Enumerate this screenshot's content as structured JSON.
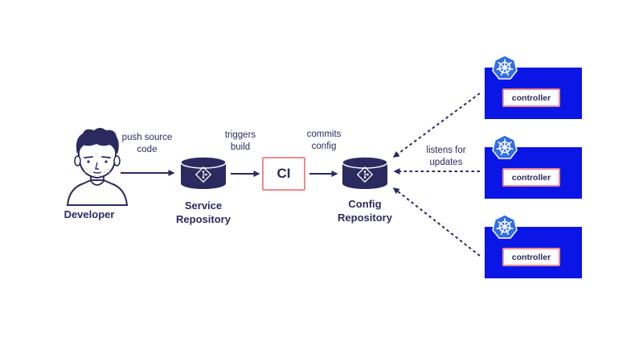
{
  "developer": {
    "label": "Developer"
  },
  "edges": {
    "push": "push source\ncode",
    "triggers": "triggers\nbuild",
    "commits": "commits\nconfig",
    "listens": "listens for\nupdates"
  },
  "service_repo": {
    "label": "Service\nRepository"
  },
  "ci": {
    "label": "CI"
  },
  "config_repo": {
    "label": "Config\nRepository"
  },
  "clusters": [
    {
      "controller_label": "controller"
    },
    {
      "controller_label": "controller"
    },
    {
      "controller_label": "controller"
    }
  ],
  "colors": {
    "navy": "#2b2a5e",
    "cluster_blue": "#0a16e6",
    "k8s_blue": "#326ce5",
    "accent_pink": "#f08a8f"
  }
}
